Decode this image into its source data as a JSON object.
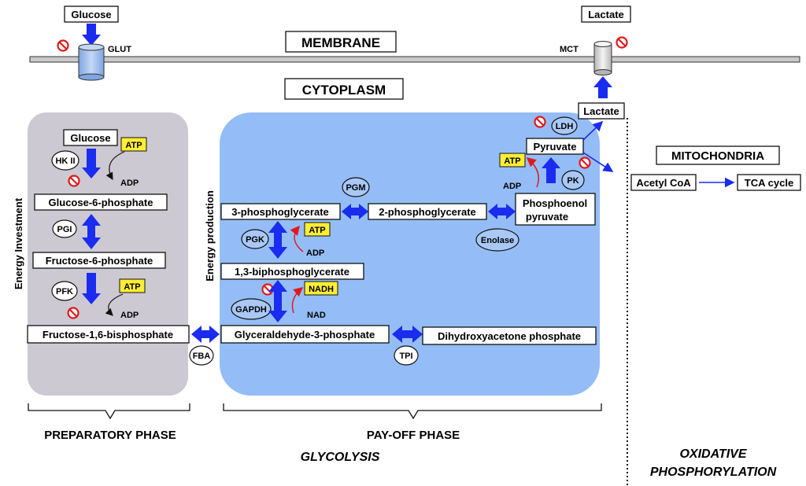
{
  "membrane": {
    "membrane_label": "MEMBRANE",
    "cytoplasm_label": "CYTOPLASM",
    "glucose_outside": "Glucose",
    "glut_label": "GLUT",
    "lactate_outside": "Lactate",
    "mct_label": "MCT",
    "lactate_inside": "Lactate"
  },
  "preparatory": {
    "energy_label": "Energy Investment",
    "glucose": "Glucose",
    "atp1": "ATP",
    "hk": "HK II",
    "adp1": "ADP",
    "g6p": "Glucose-6-phosphate",
    "pgi": "PGI",
    "f6p": "Fructose-6-phosphate",
    "atp2": "ATP",
    "pfk": "PFK",
    "adp2": "ADP",
    "f16bp": "Fructose-1,6-bisphosphate",
    "fba": "FBA"
  },
  "payoff": {
    "energy_label": "Energy production",
    "g3p": "Glyceraldehyde-3-phosphate",
    "dhap": "Dihydroxyacetone phosphate",
    "tpi": "TPI",
    "gapdh": "GAPDH",
    "nadh": "NADH",
    "nad": "NAD",
    "bpg": "1,3-biphosphoglycerate",
    "pgk": "PGK",
    "atp3": "ATP",
    "adp3": "ADP",
    "pg3": "3-phosphoglycerate",
    "pgm": "PGM",
    "pg2": "2-phosphoglycerate",
    "enolase": "Enolase",
    "pep_line1": "Phosphoenol",
    "pep_line2": "pyruvate",
    "pk": "PK",
    "atp4": "ATP",
    "adp4": "ADP",
    "pyruvate": "Pyruvate",
    "ldh": "LDH"
  },
  "mito": {
    "title": "MITOCHONDRIA",
    "acetyl": "Acetyl CoA",
    "tca": "TCA cycle"
  },
  "phases": {
    "preparatory": "PREPARATORY PHASE",
    "payoff": "PAY-OFF PHASE",
    "glycolysis": "GLYCOLYSIS",
    "oxphos_line1": "OXIDATIVE",
    "oxphos_line2": "PHOSPHORYLATION"
  },
  "colors": {
    "prep_panel": "#cdc9d3",
    "payoff_panel": "#94bdf7",
    "arrow_blue": "#1a2cf0",
    "inhibit_red": "#e01a1a",
    "atp_highlight": "#ffee33"
  }
}
